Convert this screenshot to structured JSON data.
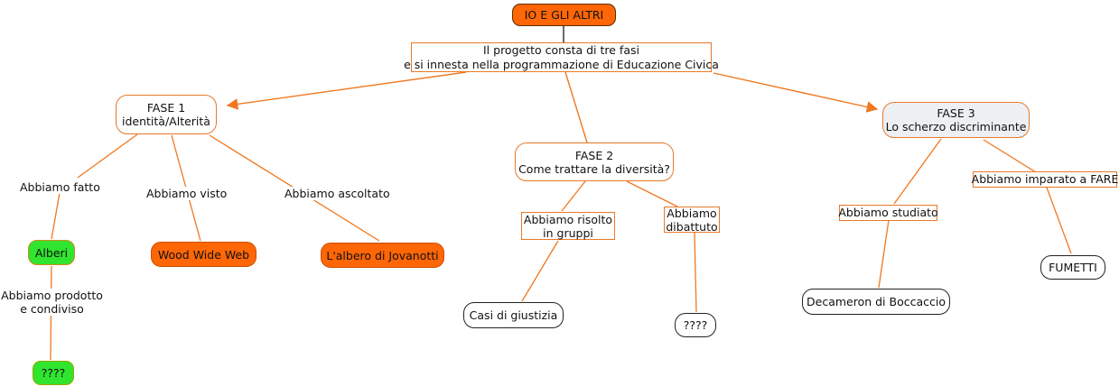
{
  "map": {
    "root_label": "IO E GLI ALTRI",
    "description_line1": "Il progetto consta di tre fasi",
    "description_line2": "e si innesta nella programmazione di Educazione Civica",
    "fase1_line1": "FASE 1",
    "fase1_line2": "identità/Alterità",
    "fase2_line1": "FASE 2",
    "fase2_line2": "Come trattare la diversità?",
    "fase3_line1": "FASE 3",
    "fase3_line2": "Lo scherzo discriminante",
    "labels": {
      "fatto": "Abbiamo fatto",
      "visto": "Abbiamo visto",
      "ascoltato": "Abbiamo ascoltato",
      "prodotto_line1": "Abbiamo prodotto",
      "prodotto_line2": "e condiviso",
      "risolto_line1": "Abbiamo risolto",
      "risolto_line2": "in gruppi",
      "dibattuto_line1": "Abbiamo",
      "dibattuto_line2": "dibattuto",
      "studiato": "Abbiamo studiato",
      "imparato": "Abbiamo imparato a FARE"
    },
    "nodes": {
      "alberi": "Alberi",
      "wood_wide_web": "Wood Wide Web",
      "jovanotti": "L'albero di Jovanotti",
      "unknown_green": "????",
      "casi_giustizia": "Casi di giustizia",
      "unknown_white": "????",
      "decameron": "Decameron di Boccaccio",
      "fumetti": "FUMETTI"
    },
    "colors": {
      "orange_node": "#FF6606",
      "green_node": "#30E430",
      "connector": "#F07820",
      "root_border": "#5F2B00",
      "fase3_fill": "#EDF0F2"
    }
  }
}
